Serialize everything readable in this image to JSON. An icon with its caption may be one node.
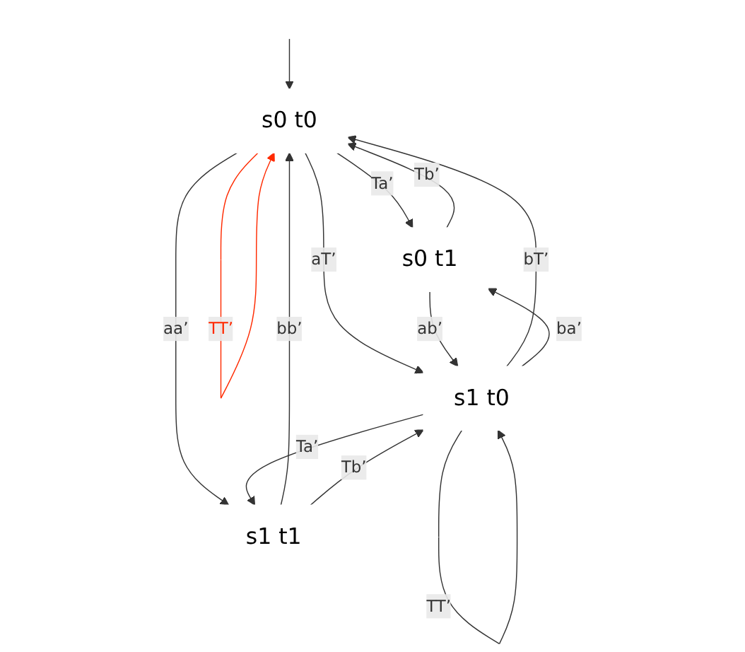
{
  "diagram": {
    "nodes": [
      {
        "text": [
          "s0 t0"
        ]
      },
      {
        "text": [
          "s0 t1"
        ]
      },
      {
        "text": [
          "s1 t0"
        ]
      },
      {
        "text": [
          "s1 t1"
        ]
      }
    ],
    "edges": [
      {
        "from": null,
        "to": 0,
        "arrow": "to"
      },
      {
        "from": 0,
        "to": 0,
        "arrow": "to",
        "label": "TT’",
        "color": "#ff2a00"
      },
      {
        "from": 0,
        "to": 1,
        "arrow": "to",
        "label": "Ta’"
      },
      {
        "from": 1,
        "to": 0,
        "arrow": "to",
        "label": "Tb’"
      },
      {
        "from": 0,
        "to": 2,
        "arrow": "to",
        "label": "aT’"
      },
      {
        "from": 2,
        "to": 0,
        "arrow": "to",
        "label": "bT’"
      },
      {
        "from": 3,
        "to": 0,
        "arrow": "to",
        "label": "bb’"
      },
      {
        "from": 0,
        "to": 3,
        "arrow": "to",
        "label": "aa’"
      },
      {
        "from": 2,
        "to": 1,
        "arrow": "to",
        "label": "ba’"
      },
      {
        "from": 1,
        "to": 2,
        "arrow": "to",
        "label": "ab’"
      },
      {
        "from": 2,
        "to": 2,
        "arrow": "to",
        "label": "TT’"
      },
      {
        "from": 2,
        "to": 3,
        "arrow": "to",
        "label": "Ta’"
      },
      {
        "from": 3,
        "to": 2,
        "arrow": "to",
        "label": "Tb’"
      }
    ]
  }
}
